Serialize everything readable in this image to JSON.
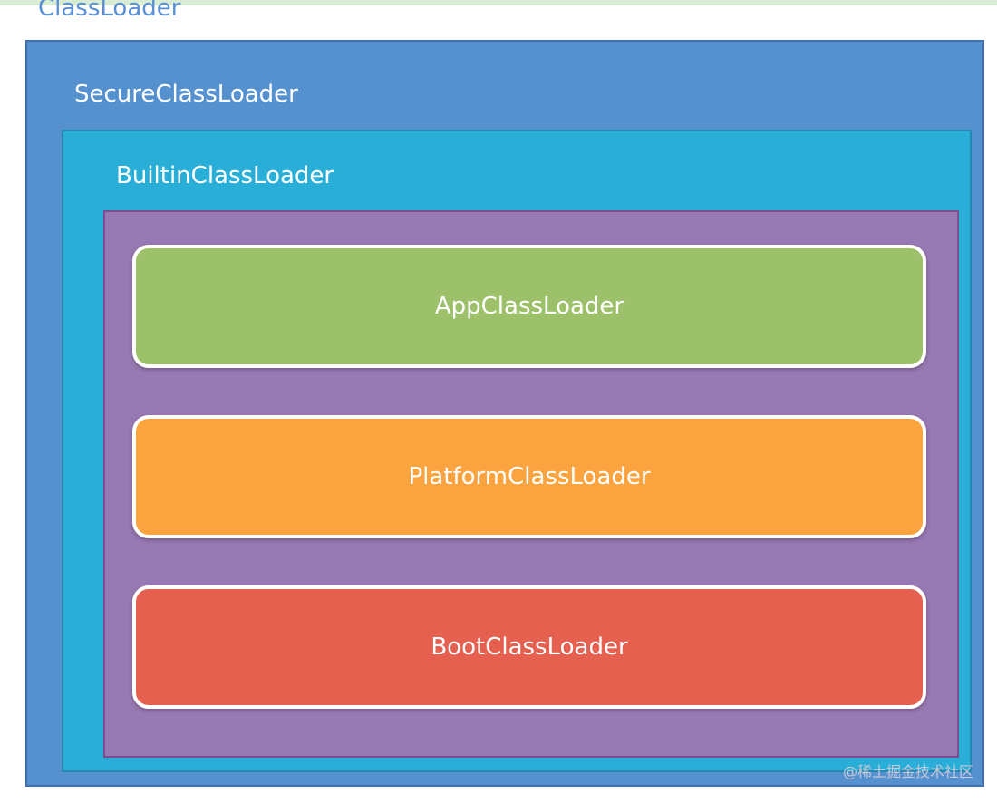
{
  "diagram": {
    "outer_label": "ClassLoader",
    "secure_label": "SecureClassLoader",
    "builtin_label": "BuiltinClassLoader",
    "loaders": [
      "AppClassLoader",
      "PlatformClassLoader",
      "BootClassLoader"
    ]
  },
  "watermark": "@稀土掘金技术社区",
  "colors": {
    "secure": "#5590cf",
    "builtin": "#29aed7",
    "inner": "#9779b3",
    "app": "#9dc06a",
    "platform": "#fba33f",
    "boot": "#e5604f"
  }
}
